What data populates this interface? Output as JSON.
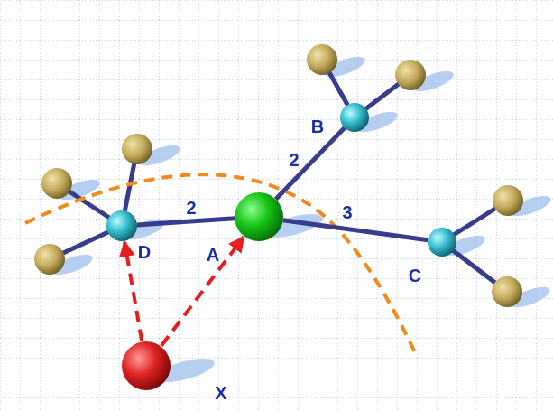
{
  "diagram": {
    "nodes": [
      {
        "text": [
          "A"
        ]
      },
      {
        "text": [
          "B"
        ]
      },
      {
        "text": [
          "C"
        ]
      },
      {
        "text": [
          "D"
        ]
      },
      {
        "text": [
          "X"
        ]
      }
    ],
    "edges": [
      {
        "from": 0,
        "to": 1,
        "label": "2",
        "arrow": "none"
      },
      {
        "from": 0,
        "to": 2,
        "label": "3",
        "arrow": "none"
      },
      {
        "from": 0,
        "to": 3,
        "label": "2",
        "arrow": "none"
      },
      {
        "from": 4,
        "to": 3,
        "arrow": "to"
      },
      {
        "from": 4,
        "to": 0,
        "arrow": "to"
      }
    ]
  }
}
